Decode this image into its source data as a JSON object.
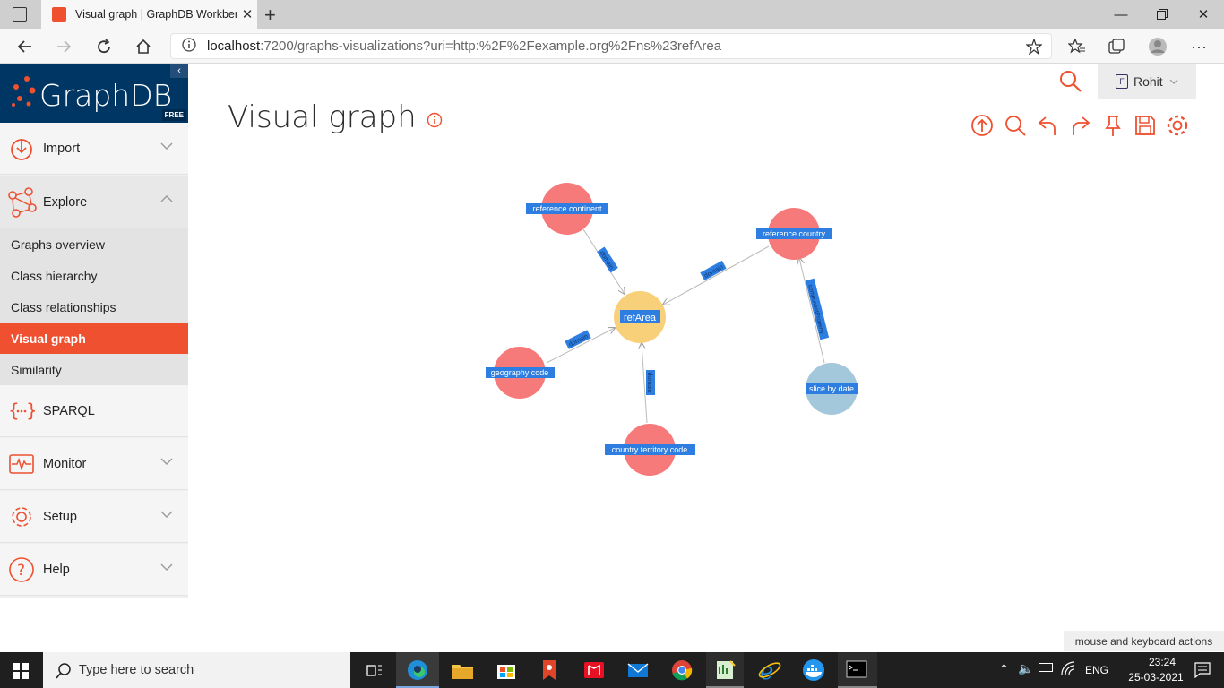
{
  "browser": {
    "tab_title": "Visual graph | GraphDB Workben",
    "url_host": "localhost",
    "url_path": ":7200/graphs-visualizations?uri=http:%2F%2Fexample.org%2Fns%23refArea"
  },
  "sidebar": {
    "logo_text": "GraphDB",
    "logo_badge": "FREE",
    "menus": [
      {
        "label": "Import"
      },
      {
        "label": "Explore"
      },
      {
        "label": "SPARQL"
      },
      {
        "label": "Monitor"
      },
      {
        "label": "Setup"
      },
      {
        "label": "Help"
      }
    ],
    "explore_items": [
      {
        "label": "Graphs overview"
      },
      {
        "label": "Class hierarchy"
      },
      {
        "label": "Class relationships"
      },
      {
        "label": "Visual graph"
      },
      {
        "label": "Similarity"
      }
    ]
  },
  "header": {
    "page_title": "Visual graph",
    "user_initial": "F",
    "user_name": "Rohit"
  },
  "graph": {
    "nodes": [
      {
        "id": "refArea",
        "label": "refArea",
        "color": "#f9d07a"
      },
      {
        "id": "refcont",
        "label": "reference continent",
        "color": "#f77a7a"
      },
      {
        "id": "refcountry",
        "label": "reference country",
        "color": "#f77a7a"
      },
      {
        "id": "geocode",
        "label": "geography code",
        "color": "#f77a7a"
      },
      {
        "id": "ctcode",
        "label": "country territory code",
        "color": "#f77a7a"
      },
      {
        "id": "slice",
        "label": "slice by date",
        "color": "#a3c8dc"
      }
    ],
    "edges": [
      {
        "label": "domain"
      },
      {
        "label": "domain"
      },
      {
        "label": "domain"
      },
      {
        "label": "domain"
      },
      {
        "label": "componentProperty"
      }
    ]
  },
  "footer": {
    "hint": "mouse and keyboard actions"
  },
  "taskbar": {
    "search_placeholder": "Type here to search",
    "lang": "ENG",
    "time": "23:24",
    "date": "25-03-2021"
  },
  "colors": {
    "accent": "#ef5030",
    "sidebar_logo_bg": "#003663"
  }
}
